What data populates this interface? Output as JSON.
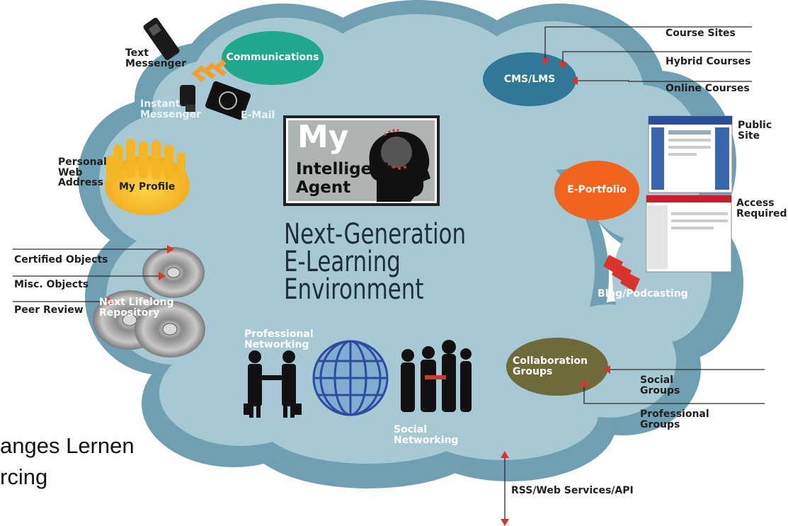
{
  "center": {
    "agent_my": "My",
    "agent_name": "Intelligent\nAgent",
    "title": "Next-Generation\nE-Learning\nEnvironment"
  },
  "left": {
    "text_messenger": "Text\nMessenger",
    "communications": "Communications",
    "instant_messenger": "Instant\nMessenger",
    "email": "E-Mail",
    "personal_web_address": "Personal\nWeb\nAddress",
    "my_profile": "My Profile",
    "certified_objects": "Certified Objects",
    "misc_objects": "Misc. Objects",
    "peer_review": "Peer Review",
    "repository": "Next Lifelong\nRepository"
  },
  "right": {
    "course_sites": "Course Sites",
    "hybrid_courses": "Hybrid Courses",
    "online_courses": "Online Courses",
    "cms_lms": "CMS/LMS",
    "public_site": "Public\nSite",
    "access_required": "Access\nRequired",
    "e_portfolio": "E-Portfolio",
    "blog_podcasting": "Blog/Podcasting",
    "collaboration_groups": "Collaboration\nGroups",
    "social_groups": "Social\nGroups",
    "professional_groups": "Professional\nGroups"
  },
  "bottom": {
    "professional_networking": "Professional\nNetworking",
    "social_networking": "Social\nNetworking",
    "rss": "RSS/Web Services/API"
  },
  "slide": {
    "fragment1": "anges Lernen",
    "fragment2": "rcing"
  },
  "colors": {
    "cloud_outer": "#6f9fb2",
    "cloud_inner": "#a7c9d4",
    "communications": "#1fa98a",
    "cms": "#2f7896",
    "my_profile": "#f3bf22",
    "e_portfolio": "#f0641c",
    "collaboration": "#6e6a39",
    "arrow_red": "#d8342c"
  }
}
